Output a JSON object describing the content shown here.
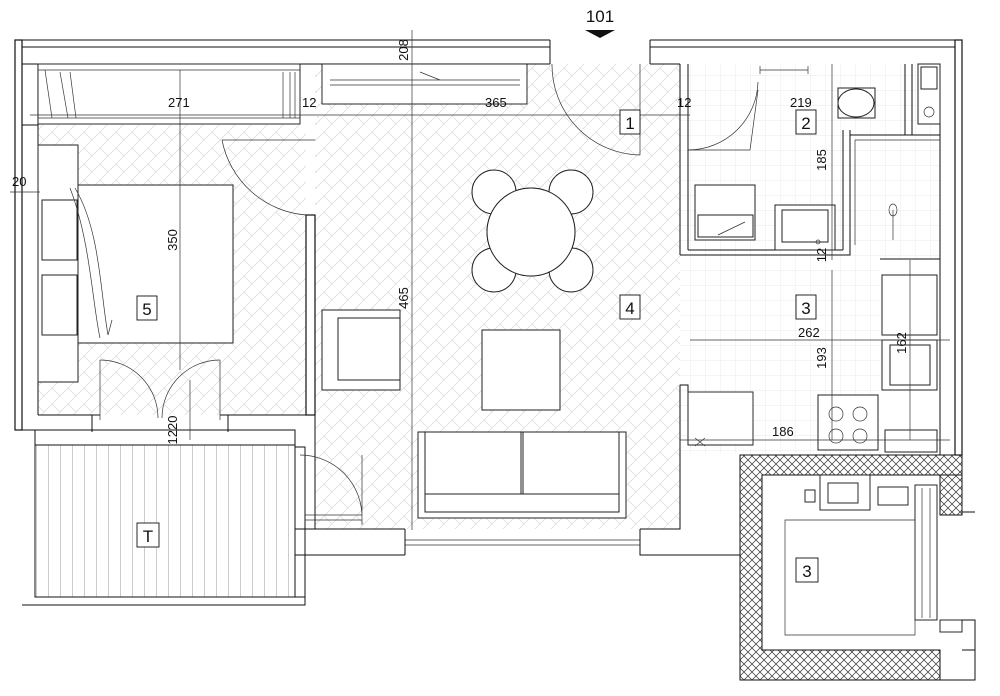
{
  "plan": {
    "unit_number": "101",
    "rooms": {
      "r1": "1",
      "r2": "2",
      "r3_kitchen": "3",
      "r4_living": "4",
      "r5_bedroom": "5",
      "terrace": "T",
      "r3_loggia": "3"
    },
    "dimensions": {
      "d208": "208",
      "d271": "271",
      "d12_left": "12",
      "d365": "365",
      "d12_mid": "12",
      "d219": "219",
      "d20": "20",
      "d185": "185",
      "d350": "350",
      "d465": "465",
      "d12_lower": "12",
      "d262": "262",
      "d193": "193",
      "d162": "162",
      "d186": "186",
      "d1220": "1220"
    },
    "colors": {
      "ink": "#111111",
      "paper": "#ffffff",
      "tile": "#d8d8d8"
    }
  }
}
